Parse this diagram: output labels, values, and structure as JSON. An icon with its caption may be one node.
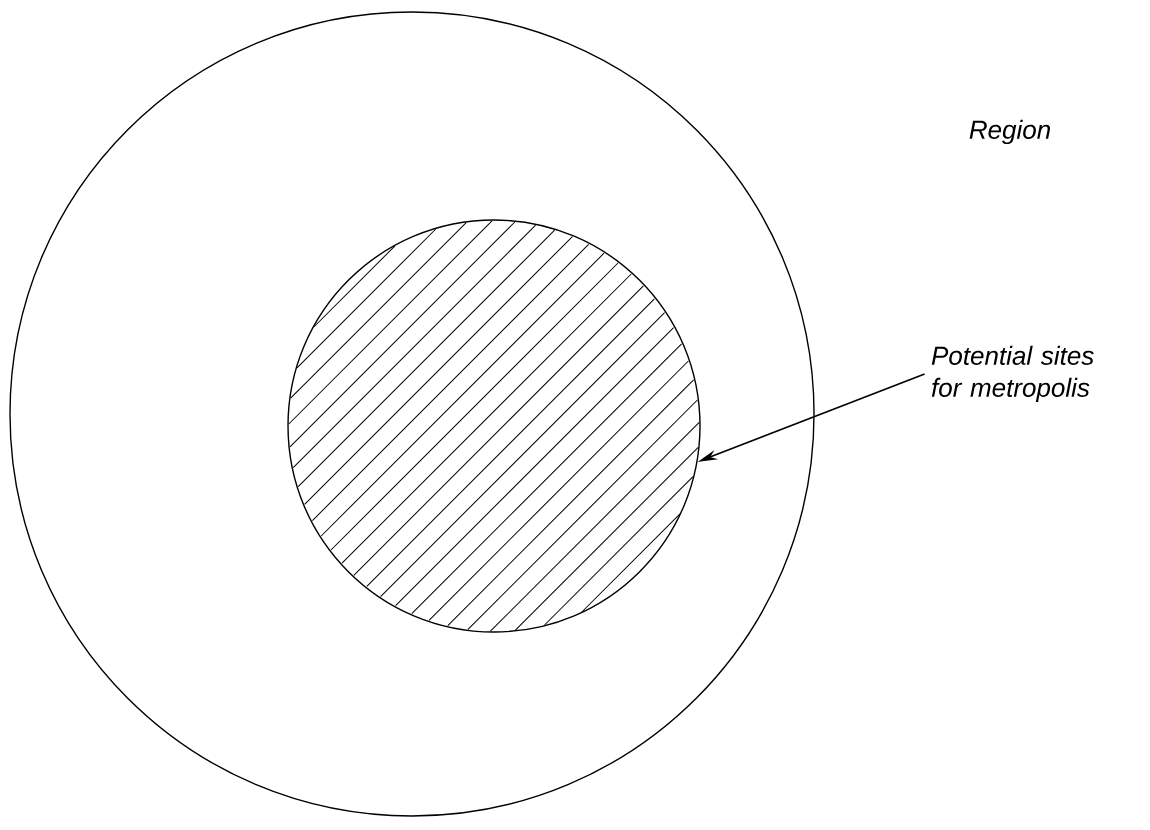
{
  "diagram": {
    "nodes": [
      {
        "text": [],
        "shape": "circle"
      },
      {
        "text": [],
        "shape": "circle",
        "in": 0
      },
      {
        "text": [
          "Potential sites for metropolis"
        ]
      }
    ],
    "edges": [
      {
        "from": 2,
        "to": 1,
        "arrow": "to"
      }
    ],
    "labels": [
      "Region"
    ]
  }
}
